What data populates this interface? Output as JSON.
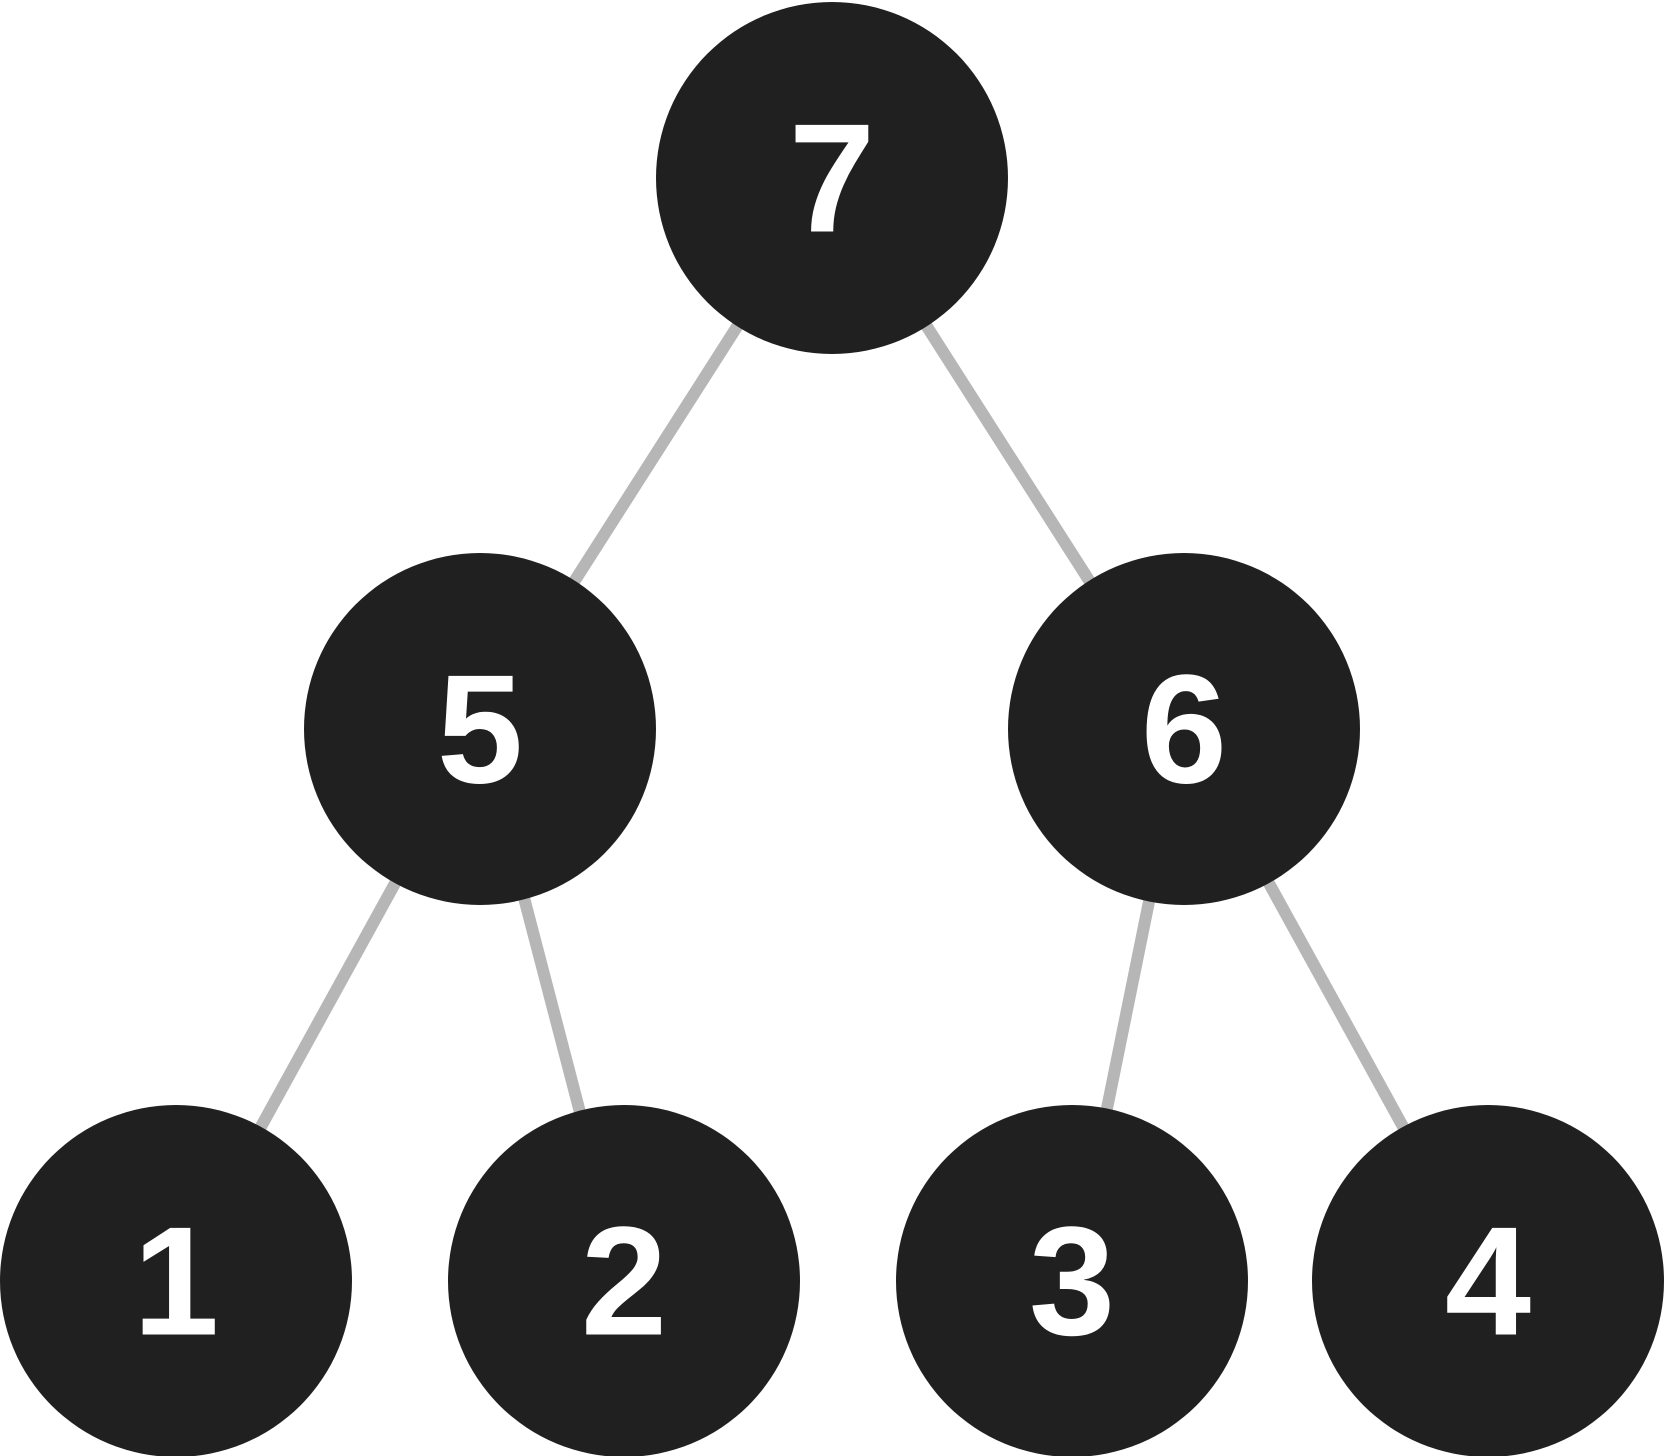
{
  "colors": {
    "node_fill": "#202020",
    "node_text": "#ffffff",
    "edge": "#b6b6b6",
    "background": "#ffffff"
  },
  "tree": {
    "nodes": [
      {
        "id": "n7",
        "label": "7"
      },
      {
        "id": "n5",
        "label": "5"
      },
      {
        "id": "n6",
        "label": "6"
      },
      {
        "id": "n1",
        "label": "1"
      },
      {
        "id": "n2",
        "label": "2"
      },
      {
        "id": "n3",
        "label": "3"
      },
      {
        "id": "n4",
        "label": "4"
      }
    ],
    "edges": [
      {
        "from": "n7",
        "to": "n5"
      },
      {
        "from": "n7",
        "to": "n6"
      },
      {
        "from": "n5",
        "to": "n1"
      },
      {
        "from": "n5",
        "to": "n2"
      },
      {
        "from": "n6",
        "to": "n3"
      },
      {
        "from": "n6",
        "to": "n4"
      }
    ]
  }
}
